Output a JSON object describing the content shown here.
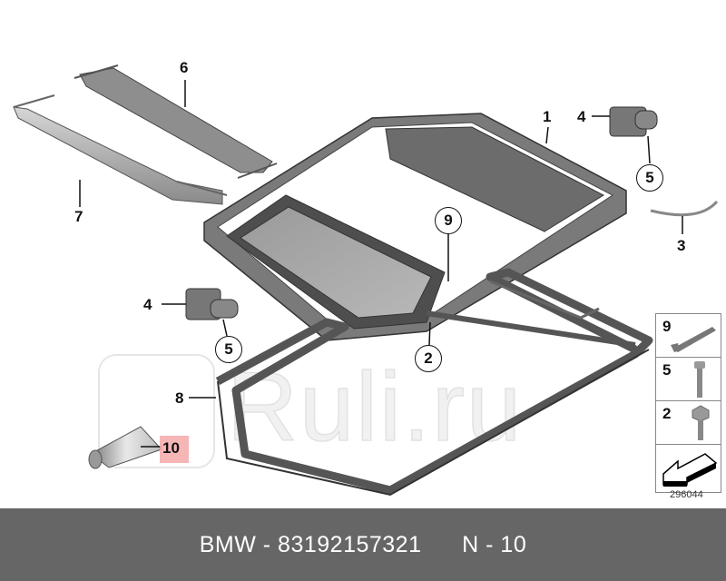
{
  "diagram": {
    "callouts": [
      {
        "id": "1",
        "label": "1",
        "style": "plain"
      },
      {
        "id": "2",
        "label": "2",
        "style": "circle"
      },
      {
        "id": "3",
        "label": "3",
        "style": "plain"
      },
      {
        "id": "4a",
        "label": "4",
        "style": "plain"
      },
      {
        "id": "4b",
        "label": "4",
        "style": "plain"
      },
      {
        "id": "5a",
        "label": "5",
        "style": "circle"
      },
      {
        "id": "5b",
        "label": "5",
        "style": "circle"
      },
      {
        "id": "6",
        "label": "6",
        "style": "plain"
      },
      {
        "id": "7",
        "label": "7",
        "style": "plain"
      },
      {
        "id": "8",
        "label": "8",
        "style": "plain"
      },
      {
        "id": "9",
        "label": "9",
        "style": "circle"
      },
      {
        "id": "10",
        "label": "10",
        "style": "highlighted"
      }
    ],
    "legend": [
      {
        "number": "9",
        "icon": "wrench-tool-icon"
      },
      {
        "number": "5",
        "icon": "bolt-icon"
      },
      {
        "number": "2",
        "icon": "hex-flange-screw-icon"
      },
      {
        "number": "",
        "icon": "direction-arrow-icon"
      }
    ],
    "catalog_number": "296044",
    "watermark": "Ruli.ru",
    "highlight_color": "#f4a9a9"
  },
  "footer": {
    "brand": "BMW",
    "part_number": "83192157321",
    "position": "N - 10",
    "text": "BMW - 83192157321      N - 10",
    "background": "#666666"
  }
}
